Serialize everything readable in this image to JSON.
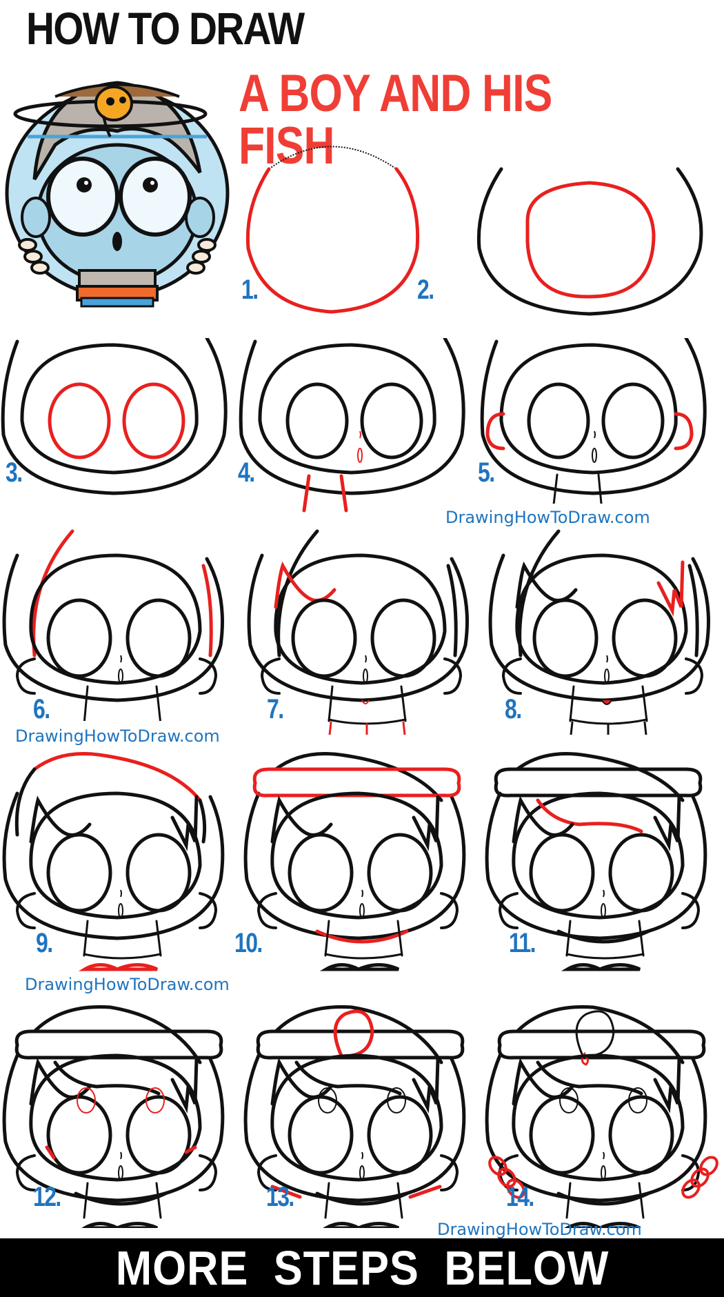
{
  "header": {
    "title_line1": "HOW TO DRAW",
    "title_line2": "A BOY AND HIS FISH"
  },
  "colors": {
    "title_black": "#111111",
    "title_red": "#ef3e36",
    "step_blue": "#1f74bf",
    "line_red": "#e8201f",
    "footer_bg": "#000000"
  },
  "hero": {
    "description": "Finished colored drawing of a boy wearing a fishbowl on his head with an orange goldfish"
  },
  "steps": [
    {
      "label": "1."
    },
    {
      "label": "2."
    },
    {
      "label": "3."
    },
    {
      "label": "4."
    },
    {
      "label": "5."
    },
    {
      "label": "6."
    },
    {
      "label": "7."
    },
    {
      "label": "8."
    },
    {
      "label": "9."
    },
    {
      "label": "10."
    },
    {
      "label": "11."
    },
    {
      "label": "12."
    },
    {
      "label": "13."
    },
    {
      "label": "14."
    }
  ],
  "watermarks": [
    "DrawingHowToDraw.com",
    "DrawingHowToDraw.com",
    "DrawingHowToDraw.com",
    "DrawingHowToDraw.com"
  ],
  "footer": {
    "text": "MORE  STEPS  BELOW"
  }
}
